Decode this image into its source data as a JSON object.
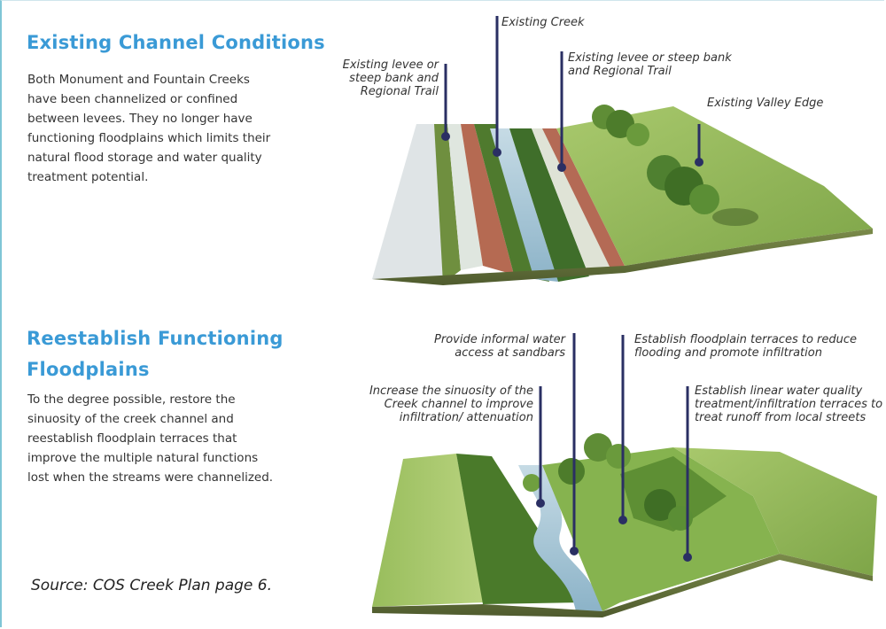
{
  "top": {
    "title": "Existing Channel Conditions",
    "body_lines": [
      "Both Monument and Fountain Creeks",
      "have been channelized or confined",
      "between levees. They no longer have",
      "functioning floodplains which limits their",
      "natural flood storage and water quality",
      "treatment potential."
    ],
    "labels": {
      "left_line1": "Existing levee or",
      "left_line2": "steep bank and",
      "left_line3": "Regional Trail",
      "creek": "Existing Creek",
      "right_line1": "Existing levee or steep bank",
      "right_line2": "and Regional Trail",
      "valley": "Existing Valley Edge"
    }
  },
  "bottom": {
    "title_line1": "Reestablish Functioning",
    "title_line2": "Floodplains",
    "body_lines": [
      "To the degree possible, restore the",
      "sinuosity of the creek channel and",
      "reestablish floodplain terraces that",
      "improve the multiple natural functions",
      "lost when the streams were channelized."
    ],
    "labels": {
      "access_line1": "Provide informal water",
      "access_line2": "access at sandbars",
      "sinuosity_line1": "Increase the sinuosity of the",
      "sinuosity_line2": "Creek channel to improve",
      "sinuosity_line3": "infiltration/ attenuation",
      "terraces_line1": "Establish floodplain terraces to reduce",
      "terraces_line2": "flooding and promote infiltration",
      "treatment_line1": "Establish linear water quality",
      "treatment_line2": "treatment/infiltration terraces to",
      "treatment_line3": "treat runoff from local streets"
    }
  },
  "source": "Source: COS Creek Plan page 6.",
  "colors": {
    "heading": "#3a9ad6",
    "leader": "#2a2f63",
    "grass": "#8fb556",
    "water": "#9ec3d6",
    "trail": "#b46a55"
  }
}
